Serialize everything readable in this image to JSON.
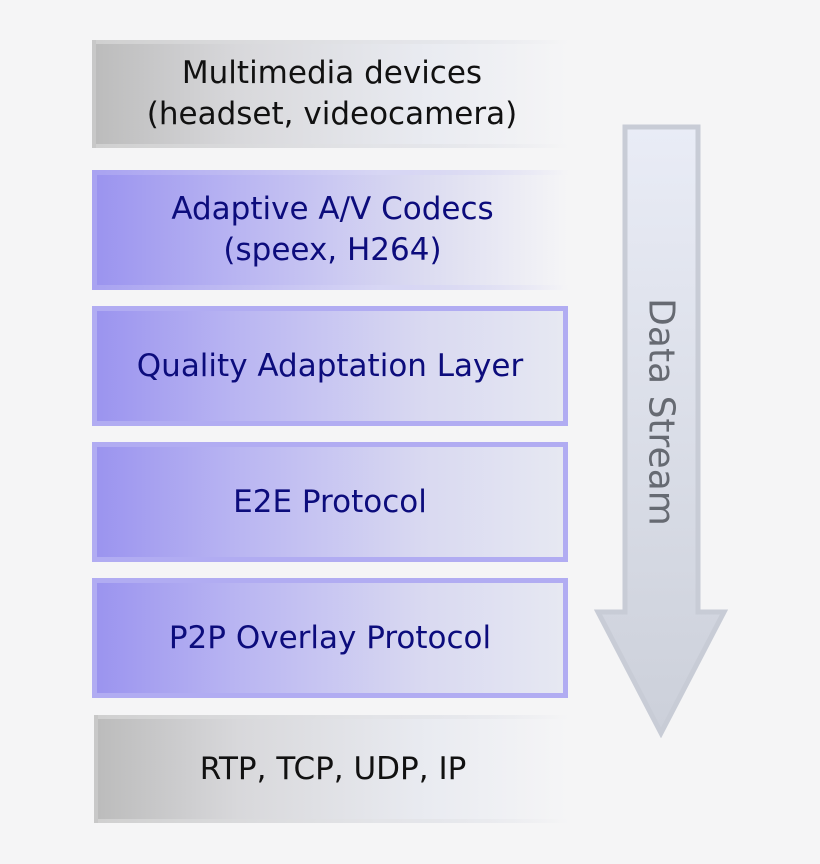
{
  "layers": [
    {
      "lines": [
        "Multimedia devices",
        "(headset, videocamera)"
      ]
    },
    {
      "lines": [
        "Adaptive A/V Codecs",
        "(speex, H264)"
      ]
    },
    {
      "lines": [
        "Quality Adaptation Layer"
      ]
    },
    {
      "lines": [
        "E2E Protocol"
      ]
    },
    {
      "lines": [
        "P2P Overlay Protocol"
      ]
    },
    {
      "lines": [
        "RTP, TCP, UDP, IP"
      ]
    }
  ],
  "stream": {
    "label": "Data Stream"
  },
  "colors": {
    "hardware_layer": "#bcbcbc",
    "protocol_layer": "#9b94ef",
    "protocol_text": "#0c0c7c",
    "arrow_fill": "#dde1ee",
    "arrow_stroke": "#c8ccd6"
  }
}
